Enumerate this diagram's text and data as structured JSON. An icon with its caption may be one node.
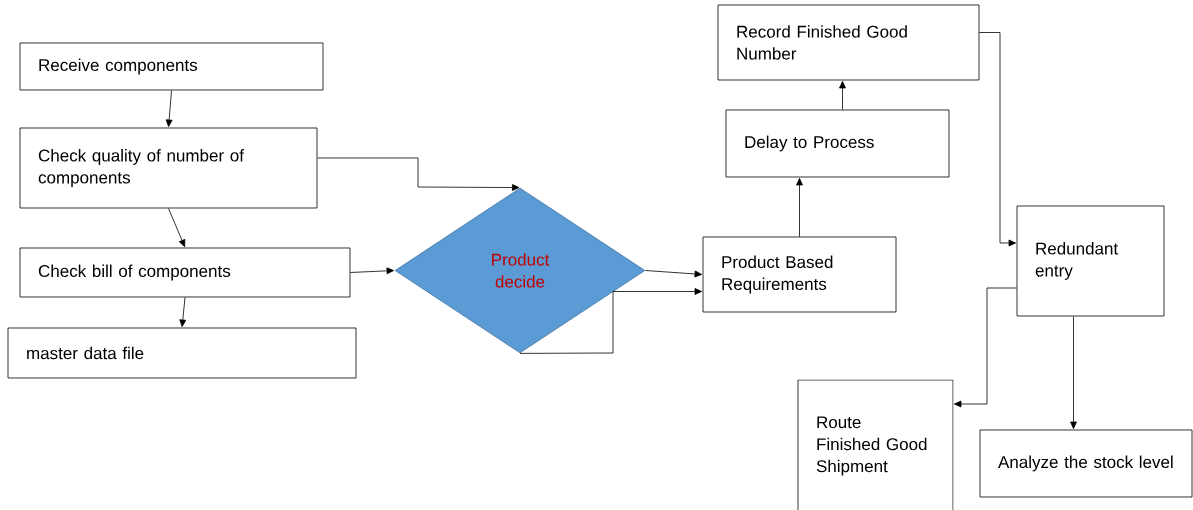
{
  "diagram": {
    "nodes": [
      {
        "text": [
          "Receive components"
        ]
      },
      {
        "text": [
          "Check quality of number of components"
        ]
      },
      {
        "text": [
          "Check bill of components"
        ]
      },
      {
        "text": [
          "master data file"
        ]
      },
      {
        "text": [
          "Product decide"
        ]
      },
      {
        "text": [
          "Product Based Requirements"
        ]
      },
      {
        "text": [
          "Delay to Process"
        ]
      },
      {
        "text": [
          "Record Finished Good Number"
        ]
      },
      {
        "text": [
          "Redundant entry"
        ]
      },
      {
        "text": [
          "Route Finished Good Shipment"
        ]
      },
      {
        "text": [
          "Analyze the stock level"
        ]
      }
    ],
    "edges": [
      {
        "from": 0,
        "to": 1,
        "arrow": "to"
      },
      {
        "from": 1,
        "to": 2,
        "arrow": "to"
      },
      {
        "from": 2,
        "to": 3,
        "arrow": "to"
      },
      {
        "from": 1,
        "to": 4,
        "arrow": "to"
      },
      {
        "from": 2,
        "to": 4,
        "arrow": "to"
      },
      {
        "from": 4,
        "to": 5,
        "arrow": "to"
      },
      {
        "from": 4,
        "to": 5,
        "arrow": "to"
      },
      {
        "from": 5,
        "to": 6,
        "arrow": "to"
      },
      {
        "from": 6,
        "to": 7,
        "arrow": "to"
      },
      {
        "from": 7,
        "to": 8,
        "arrow": "to"
      },
      {
        "from": 8,
        "to": 9,
        "arrow": "to"
      },
      {
        "from": 8,
        "to": 10,
        "arrow": "to"
      }
    ]
  }
}
